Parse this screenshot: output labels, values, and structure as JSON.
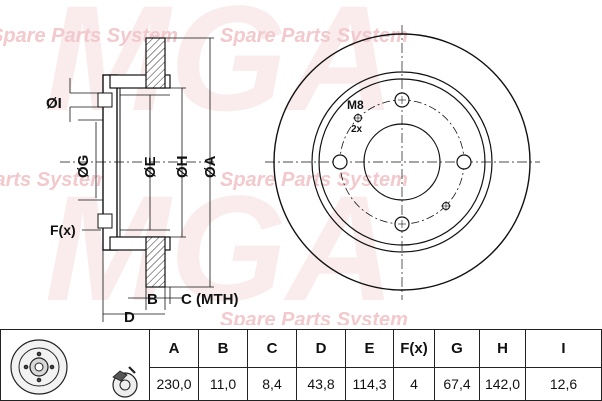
{
  "watermark": {
    "brand": "MGA",
    "tagline": "Spare Parts System"
  },
  "drawing": {
    "side_view_labels": {
      "dim_i": "ØI",
      "dim_g": "ØG",
      "dim_e": "ØE",
      "dim_h": "ØH",
      "dim_a": "ØA",
      "dim_f": "F(x)",
      "dim_b": "B",
      "dim_c": "C (MTH)",
      "dim_d": "D"
    },
    "front_view_labels": {
      "bolt_thread": "M8",
      "bolt_count": "2x"
    }
  },
  "spec_table": {
    "headers": [
      "A",
      "B",
      "C",
      "D",
      "E",
      "F(x)",
      "G",
      "H",
      "I"
    ],
    "values": [
      "230,0",
      "11,0",
      "8,4",
      "43,8",
      "114,3",
      "4",
      "67,4",
      "142,0",
      "12,6"
    ]
  },
  "icons": {
    "table_left": "brake-disc-thumbnail-icon",
    "table_small": "caliper-wrench-icon"
  }
}
